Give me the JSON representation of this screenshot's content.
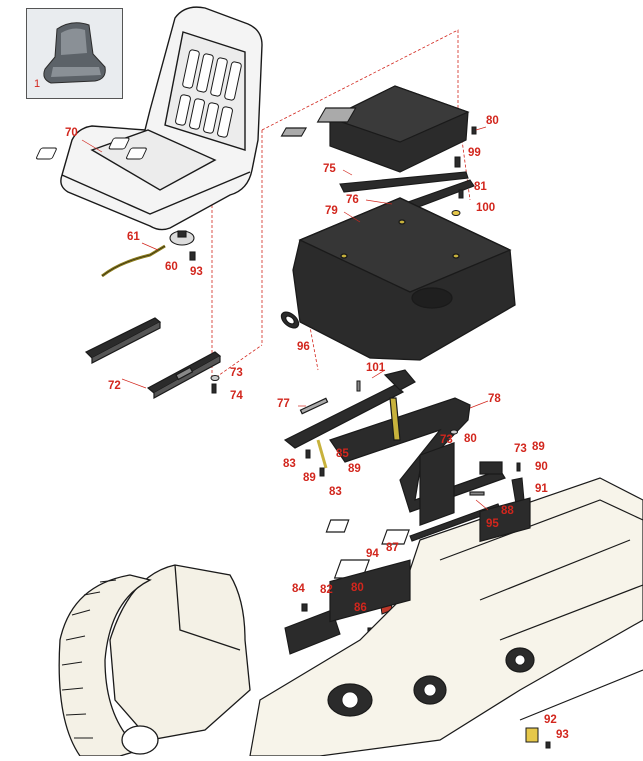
{
  "thumbnail": {
    "label": "1"
  },
  "callouts": [
    {
      "id": "c70",
      "text": "70"
    },
    {
      "id": "c61",
      "text": "61"
    },
    {
      "id": "c60",
      "text": "60"
    },
    {
      "id": "c93a",
      "text": "93"
    },
    {
      "id": "c72",
      "text": "72"
    },
    {
      "id": "c73a",
      "text": "73"
    },
    {
      "id": "c74",
      "text": "74"
    },
    {
      "id": "c80a",
      "text": "80"
    },
    {
      "id": "c75",
      "text": "75"
    },
    {
      "id": "c99",
      "text": "99"
    },
    {
      "id": "c76",
      "text": "76"
    },
    {
      "id": "c81",
      "text": "81"
    },
    {
      "id": "c79",
      "text": "79"
    },
    {
      "id": "c100",
      "text": "100"
    },
    {
      "id": "c96",
      "text": "96"
    },
    {
      "id": "c101",
      "text": "101"
    },
    {
      "id": "c77",
      "text": "77"
    },
    {
      "id": "c78",
      "text": "78"
    },
    {
      "id": "c73b",
      "text": "73"
    },
    {
      "id": "c80b",
      "text": "80"
    },
    {
      "id": "c83a",
      "text": "83"
    },
    {
      "id": "c85",
      "text": "85"
    },
    {
      "id": "c89a",
      "text": "89"
    },
    {
      "id": "c89b",
      "text": "89"
    },
    {
      "id": "c83b",
      "text": "83"
    },
    {
      "id": "c73c",
      "text": "73"
    },
    {
      "id": "c89c",
      "text": "89"
    },
    {
      "id": "c90",
      "text": "90"
    },
    {
      "id": "c91",
      "text": "91"
    },
    {
      "id": "c88",
      "text": "88"
    },
    {
      "id": "c95",
      "text": "95"
    },
    {
      "id": "c94",
      "text": "94"
    },
    {
      "id": "c87",
      "text": "87"
    },
    {
      "id": "c80c",
      "text": "80"
    },
    {
      "id": "c84",
      "text": "84"
    },
    {
      "id": "c82",
      "text": "82"
    },
    {
      "id": "c86",
      "text": "86"
    },
    {
      "id": "c92",
      "text": "92"
    },
    {
      "id": "c93b",
      "text": "93"
    }
  ],
  "colors": {
    "callout": "#d2261d",
    "leader": "#d2261d",
    "outline": "#1a1a1a",
    "seat_fill": "#f4f4f4",
    "part_dark": "#2b2b2b",
    "frame_fill": "#f7f4ea"
  }
}
